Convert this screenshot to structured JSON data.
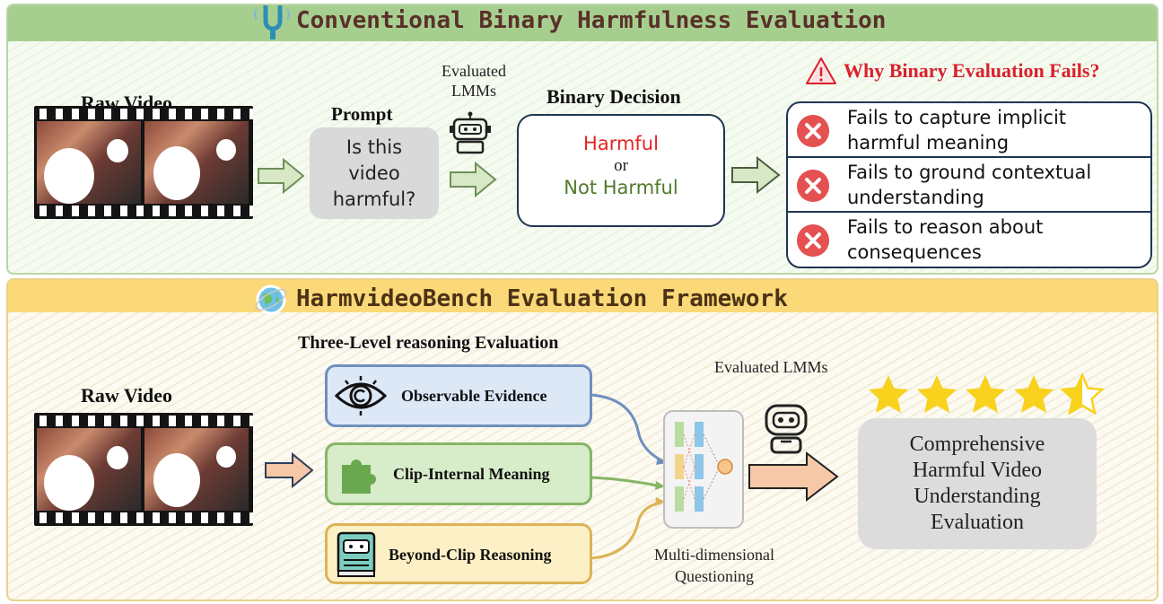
{
  "top": {
    "title": "Conventional Binary Harmfulness Evaluation",
    "raw_video_label": "Raw Video",
    "prompt_label": "Prompt",
    "prompt_lines": [
      "Is this",
      "video",
      "harmful?"
    ],
    "evaluated_label_lines": [
      "Evaluated",
      "LMMs"
    ],
    "binary_label": "Binary Decision",
    "harmful": "Harmful",
    "or": "or",
    "not_harmful": "Not Harmful",
    "why_title": "Why Binary Evaluation Fails?",
    "fails": [
      {
        "line1": "Fails to capture implicit",
        "line2": "harmful meaning"
      },
      {
        "line1": "Fails to ground contextual",
        "line2": "understanding"
      },
      {
        "line1": "Fails to reason about",
        "line2": "consequences"
      }
    ]
  },
  "bottom": {
    "title": "HarmvideoBench Evaluation Framework",
    "raw_video_label": "Raw Video",
    "three_level_label": "Three-Level reasoning Evaluation",
    "levels": [
      "Observable Evidence",
      "Clip-Internal Meaning",
      "Beyond-Clip Reasoning"
    ],
    "evaluated_label": "Evaluated LMMs",
    "multi_lines": [
      "Multi-dimensional",
      "Questioning"
    ],
    "result_lines": [
      "Comprehensive",
      "Harmful Video",
      "Understanding",
      "Evaluation"
    ],
    "rating": 4.5
  },
  "colors": {
    "top_header": "#a6cf8f",
    "bottom_header": "#fbd978",
    "harmful": "#e5241f",
    "not_harmful": "#4f7a2b",
    "warning_red": "#d9202b",
    "star": "#f8d21c"
  },
  "icons": [
    "tuning-fork-icon",
    "globe-icon",
    "robot-icon",
    "warning-icon",
    "x-circle-icon",
    "eye-icon",
    "puzzle-icon",
    "book-robot-icon",
    "network-icon",
    "star-icon"
  ]
}
